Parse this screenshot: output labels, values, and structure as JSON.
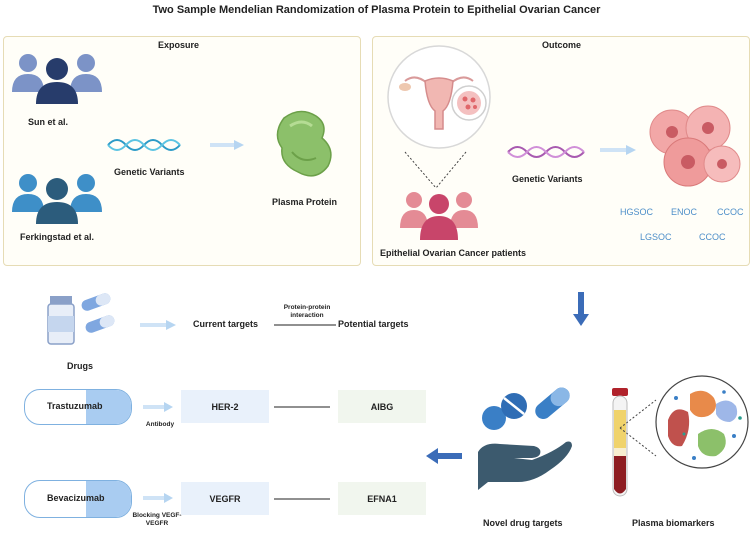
{
  "title": "Two Sample Mendelian Randomization of Plasma Protein to Epithelial Ovarian Cancer",
  "exposure": {
    "heading": "Exposure",
    "source1": "Sun et al.",
    "source2": "Ferkingstad et al.",
    "variants": "Genetic Variants",
    "protein": "Plasma Protein"
  },
  "outcome": {
    "heading": "Outcome",
    "patients": "Epithelial Ovarian Cancer patients",
    "variants": "Genetic Variants",
    "subtypes": [
      "HGSOC",
      "ENOC",
      "CCOC",
      "LGSOC",
      "CCOC"
    ]
  },
  "drugs": {
    "label": "Drugs",
    "current": "Current targets",
    "interaction": "Protein-protein interaction",
    "potential": "Potential targets",
    "rows": [
      {
        "drug": "Trastuzumab",
        "mechanism": "Antibody",
        "target": "HER-2",
        "potential": "AIBG"
      },
      {
        "drug": "Bevacizumab",
        "mechanism": "Blocking VEGF-VEGFR",
        "target": "VEGFR",
        "potential": "EFNA1"
      }
    ]
  },
  "novel": "Novel drug targets",
  "biomarkers": "Plasma biomarkers",
  "colors": {
    "accent": "#4e8fc9",
    "arrow": "#3b6cb8",
    "panel_border": "#e6dcb5"
  }
}
